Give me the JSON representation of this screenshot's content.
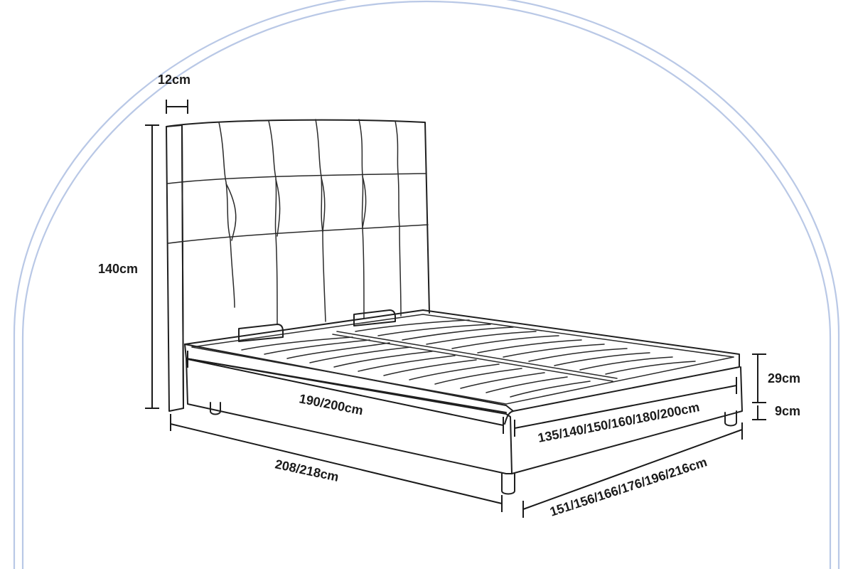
{
  "colors": {
    "arch": "#b9c8e6",
    "line": "#1f1f1f",
    "background": "#ffffff"
  },
  "dimensions": {
    "headboard_thickness": "12cm",
    "headboard_height": "140cm",
    "inner_length": "190/200cm",
    "outer_length": "208/218cm",
    "inner_width": "135/140/150/160/180/200cm",
    "outer_width": "151/156/166/176/196/216cm",
    "frame_height": "29cm",
    "leg_height": "9cm"
  }
}
